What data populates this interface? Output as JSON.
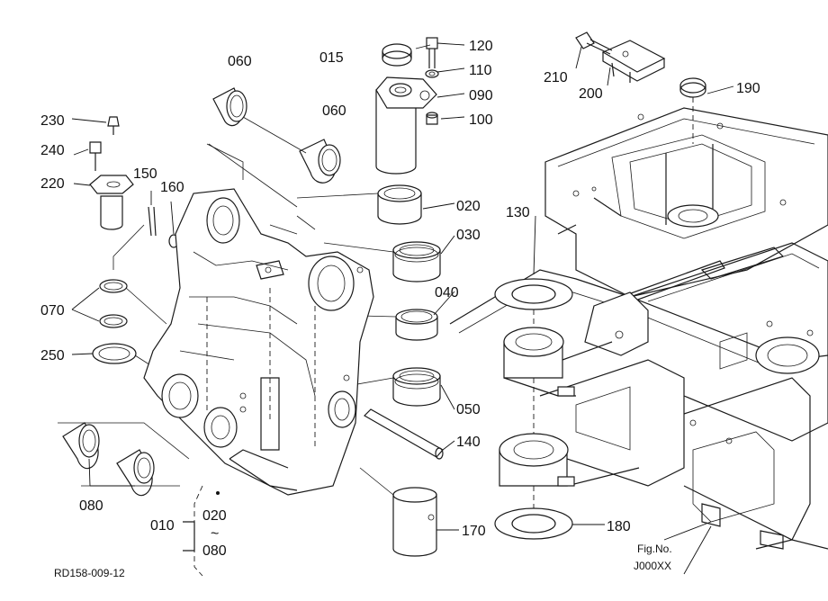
{
  "labels": {
    "p060a": "060",
    "p015": "015",
    "p120": "120",
    "p110": "110",
    "p090": "090",
    "p100": "100",
    "p060b": "060",
    "p210": "210",
    "p200": "200",
    "p190": "190",
    "p230": "230",
    "p240": "240",
    "p220": "220",
    "p150": "150",
    "p160": "160",
    "p020": "020",
    "p030": "030",
    "p130": "130",
    "p040": "040",
    "p070": "070",
    "p250": "250",
    "p050": "050",
    "p140": "140",
    "p080": "080",
    "p010": "010",
    "range_start": "020",
    "range_tilde": "~",
    "range_end": "080",
    "p170": "170",
    "p180": "180"
  },
  "footer": {
    "drawing_id": "RD158-009-12",
    "fig_label": "Fig.No.",
    "fig_code": "J000XX"
  }
}
